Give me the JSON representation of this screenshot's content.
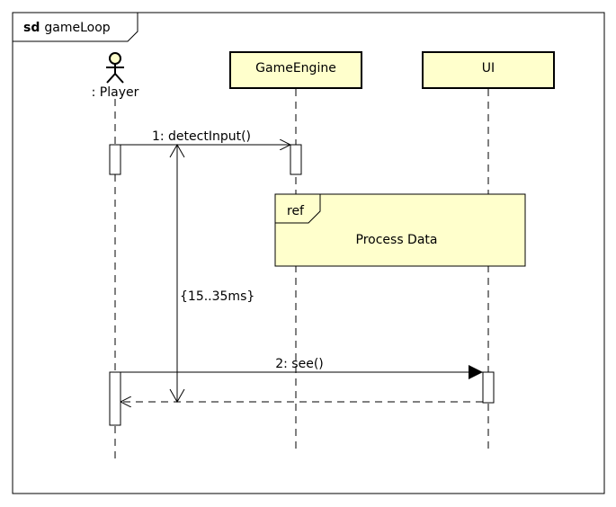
{
  "frame": {
    "keyword": "sd",
    "name": "gameLoop"
  },
  "lifelines": [
    {
      "id": "player",
      "label": ": Player",
      "kind": "actor"
    },
    {
      "id": "engine",
      "label": "GameEngine",
      "kind": "object"
    },
    {
      "id": "ui",
      "label": "UI",
      "kind": "object"
    }
  ],
  "messages": [
    {
      "label": "1: detectInput()",
      "from": "player",
      "to": "engine",
      "style": "open-arrow"
    },
    {
      "label": "2: see()",
      "from": "player",
      "to": "ui",
      "style": "filled-arrow"
    },
    {
      "label": "",
      "from": "ui",
      "to": "player",
      "style": "dashed-return"
    }
  ],
  "ref": {
    "tag": "ref",
    "text": "Process Data"
  },
  "duration_constraint": {
    "text": "{15..35ms}"
  },
  "colors": {
    "head_fill": "#ffffcc",
    "ref_fill": "#ffffcc",
    "line": "#000000"
  }
}
